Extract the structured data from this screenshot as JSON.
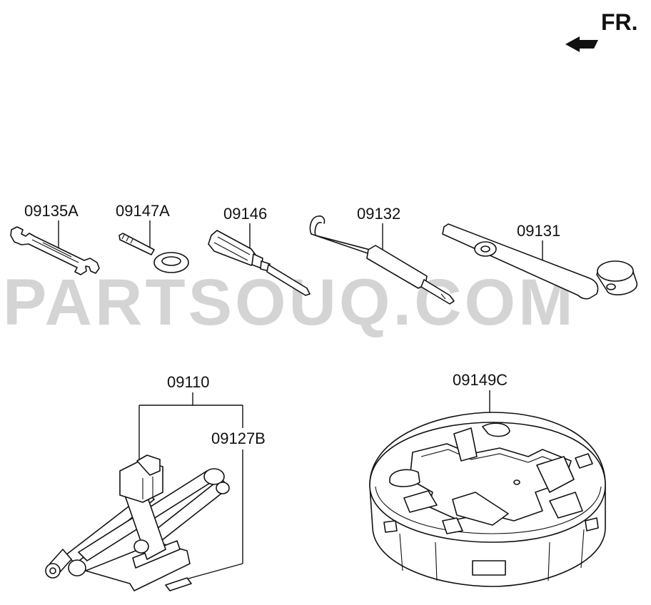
{
  "direction": {
    "label": "FR."
  },
  "watermark": {
    "text": "PARTSOUQ.COM"
  },
  "parts": [
    {
      "id": "wrench",
      "number": "09135A"
    },
    {
      "id": "tow-hook",
      "number": "09147A"
    },
    {
      "id": "screwdriver",
      "number": "09146"
    },
    {
      "id": "jack-handle",
      "number": "09132"
    },
    {
      "id": "lug-wrench",
      "number": "09131"
    },
    {
      "id": "jack-assembly",
      "number": "09110"
    },
    {
      "id": "jack-label",
      "number": "09127B"
    },
    {
      "id": "tool-tray",
      "number": "09149C"
    }
  ]
}
